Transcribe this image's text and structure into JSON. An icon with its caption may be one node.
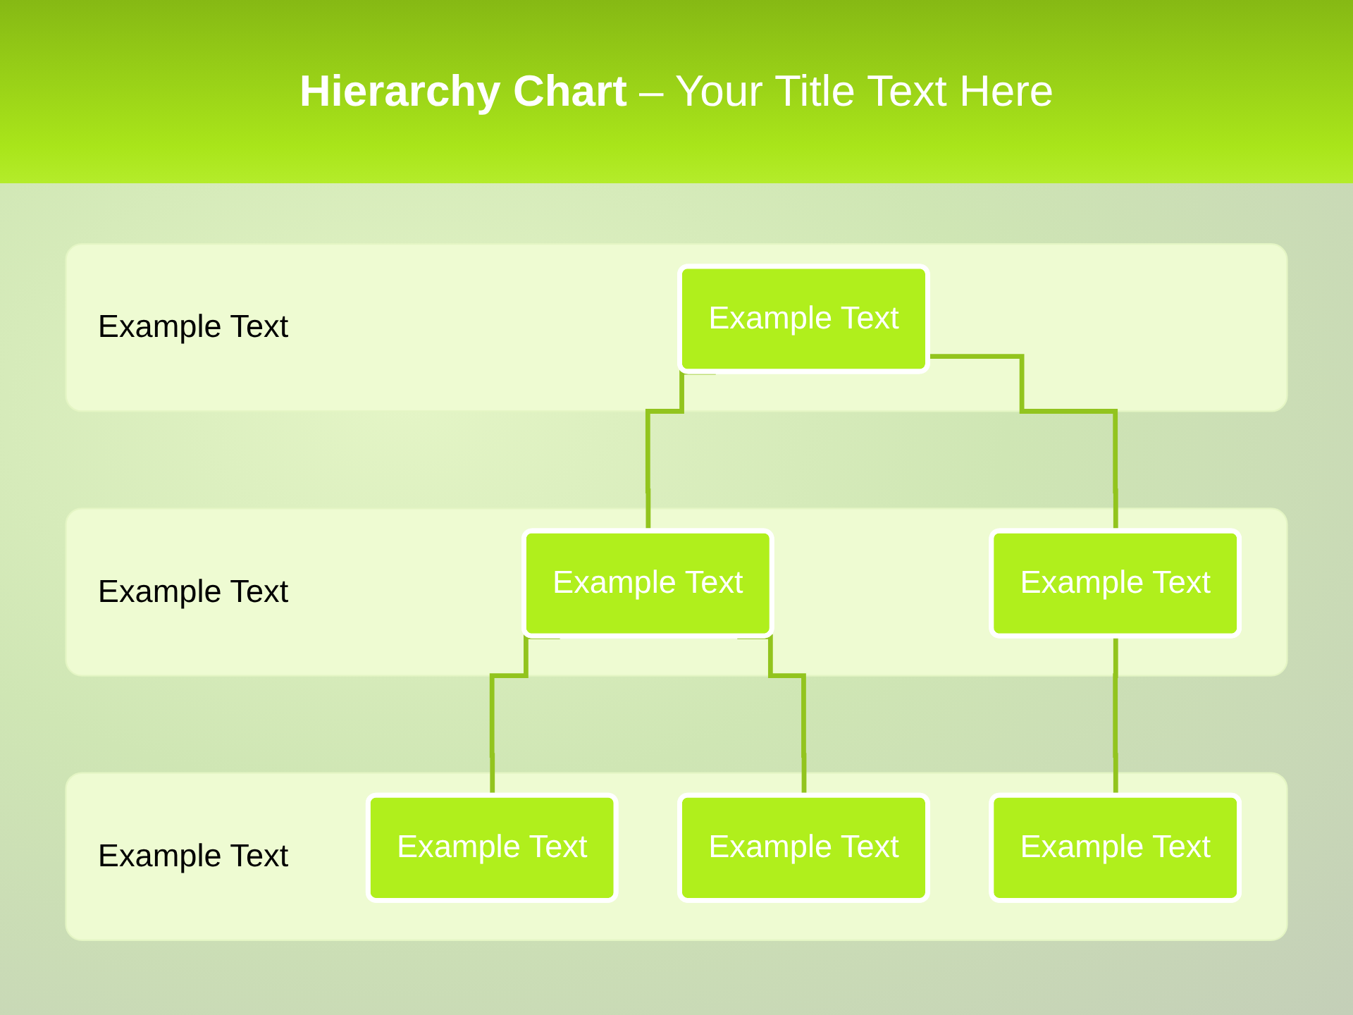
{
  "diagram": {
    "title": "**Hierarchy Chart** – Your Title Text Here",
    "nodes": [
      {
        "text": [
          "Example Text"
        ]
      },
      {
        "text": [
          "Example Text"
        ],
        "in": 0
      },
      {
        "text": [
          "Example Text"
        ]
      },
      {
        "text": [
          "Example Text"
        ],
        "in": 2
      },
      {
        "text": [
          "Example Text"
        ],
        "in": 2
      },
      {
        "text": [
          "Example Text"
        ]
      },
      {
        "text": [
          "Example Text"
        ],
        "in": 5
      },
      {
        "text": [
          "Example Text"
        ],
        "in": 5
      },
      {
        "text": [
          "Example Text"
        ],
        "in": 5
      }
    ],
    "edges": [
      {
        "from": 1,
        "to": 3,
        "arrow": "none"
      },
      {
        "from": 1,
        "to": 4,
        "arrow": "none"
      },
      {
        "from": 3,
        "to": 6,
        "arrow": "none"
      },
      {
        "from": 3,
        "to": 7,
        "arrow": "none"
      },
      {
        "from": 4,
        "to": 8,
        "arrow": "none"
      }
    ]
  }
}
